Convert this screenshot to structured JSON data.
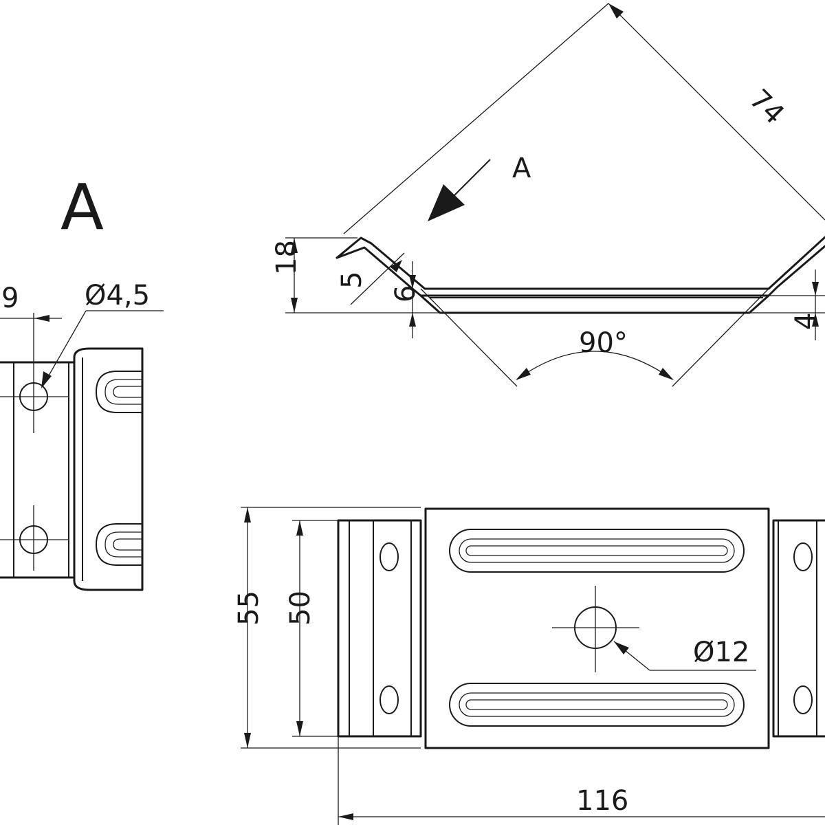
{
  "view_label": "A",
  "arrow_label": "A",
  "dimensions": {
    "d18": "18",
    "d74": "74",
    "d5": "5",
    "d6": "6",
    "d4": "4",
    "angle": "90°",
    "d9": "9",
    "hole_small": "Ø4,5",
    "d55": "55",
    "d50": "50",
    "d116": "116",
    "hole_large": "Ø12"
  }
}
